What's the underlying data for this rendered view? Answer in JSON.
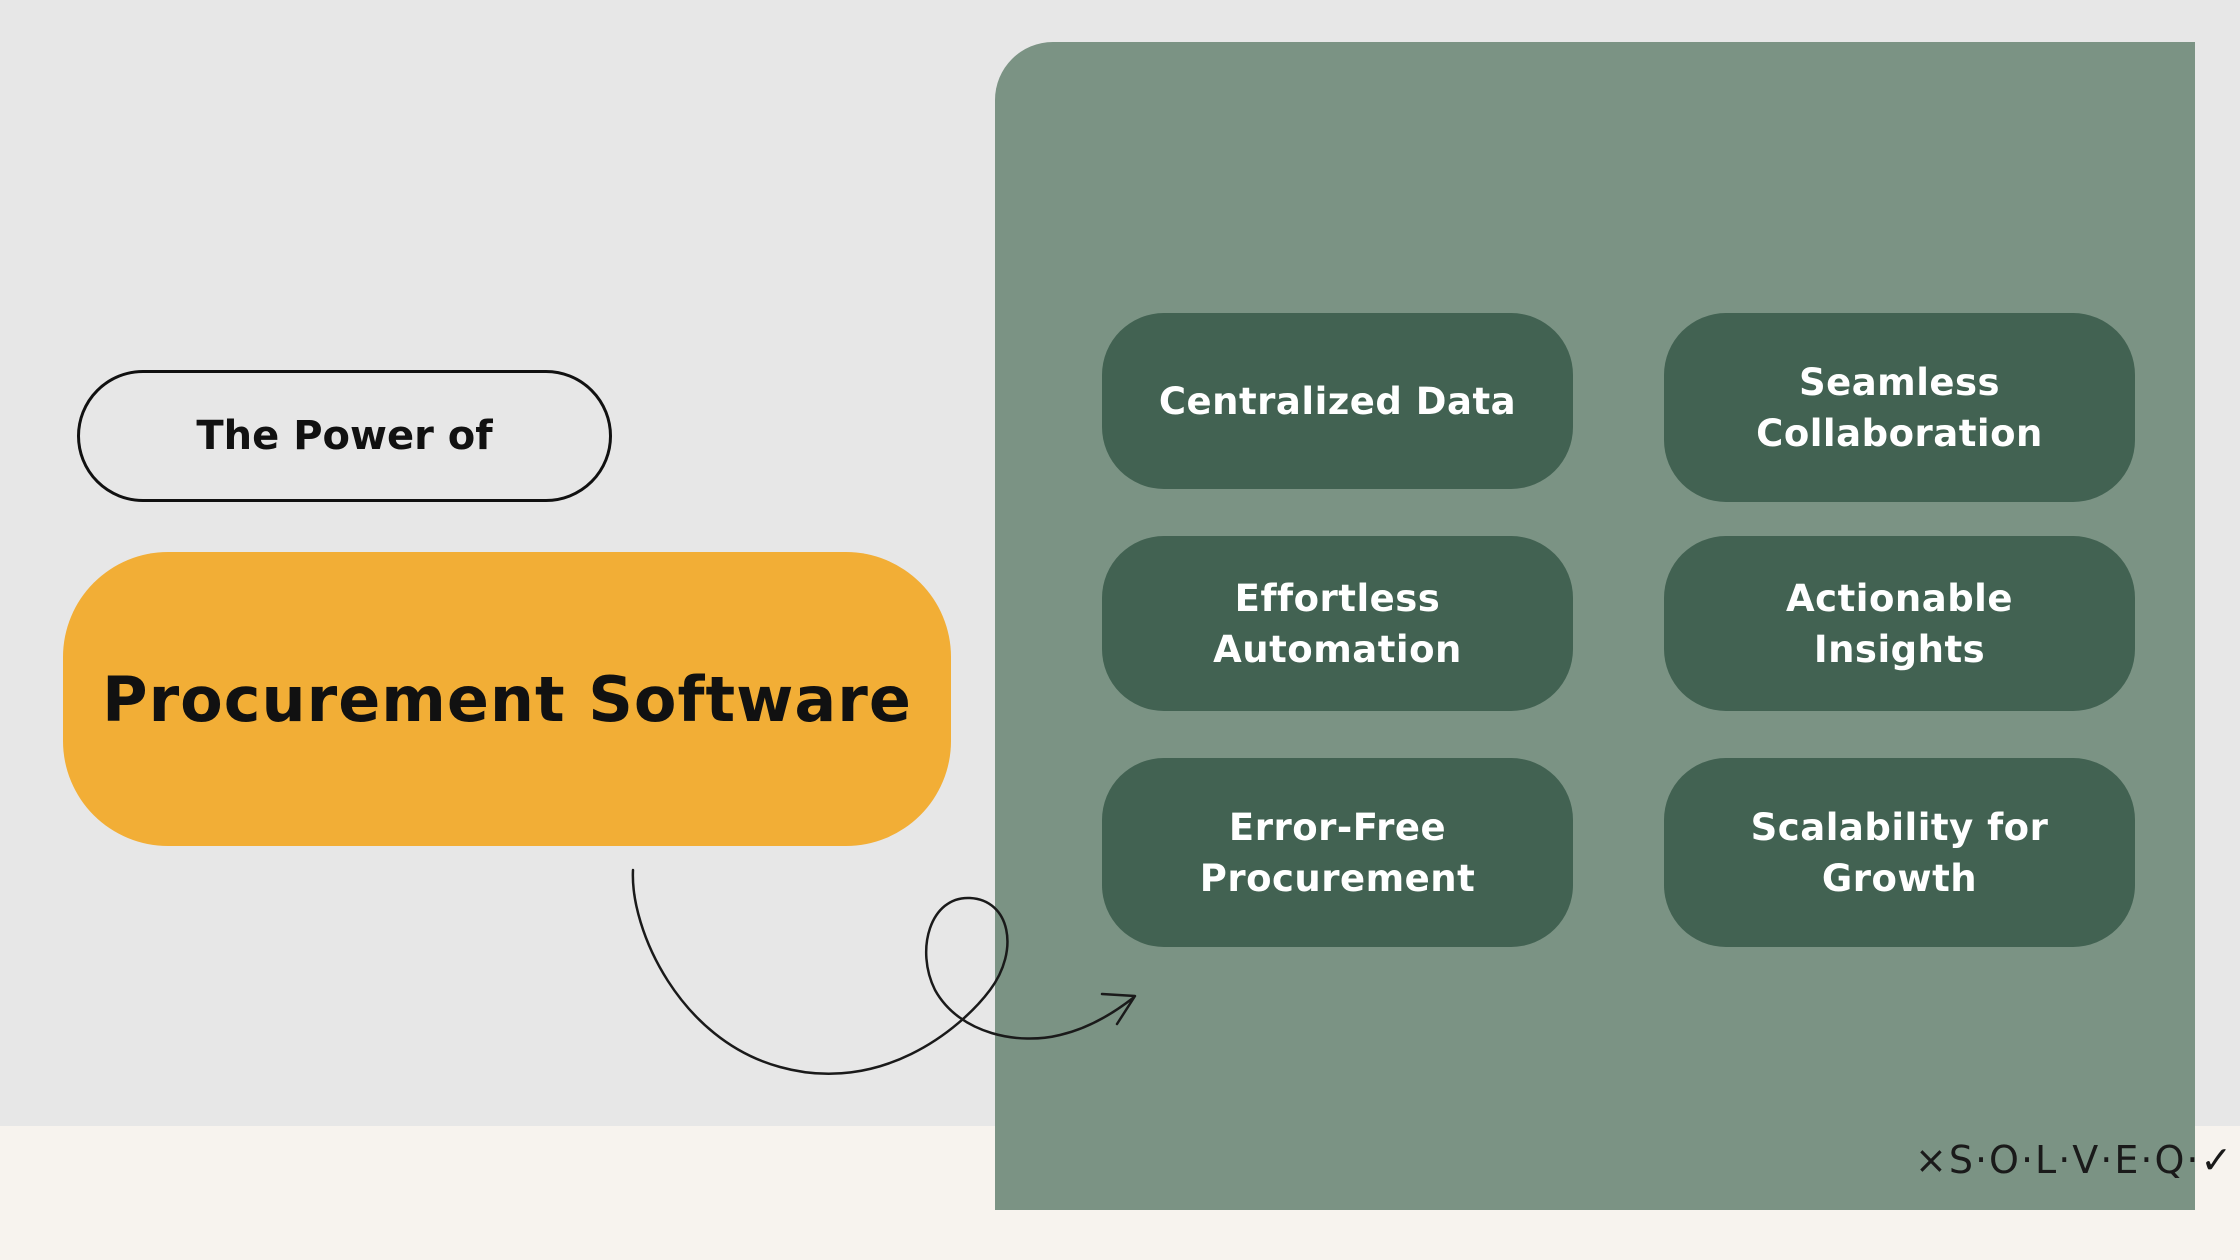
{
  "intro": {
    "label": "The Power of"
  },
  "hero": {
    "title": "Procurement Software"
  },
  "benefits": [
    {
      "label": "Centralized Data"
    },
    {
      "label": "Seamless Collaboration"
    },
    {
      "label": "Effortless Automation"
    },
    {
      "label": "Actionable Insights"
    },
    {
      "label": "Error-Free Procurement"
    },
    {
      "label": "Scalability for Growth"
    }
  ],
  "brand": {
    "logo_text": "×S·O·L·V·E·Q·✓"
  },
  "colors": {
    "background": "#e7e7e7",
    "footer": "#f7f3ee",
    "panel": "#7b9384",
    "card": "#426252",
    "accent": "#f2ae36"
  },
  "icons": {
    "connector": "curly-arrow-icon"
  }
}
